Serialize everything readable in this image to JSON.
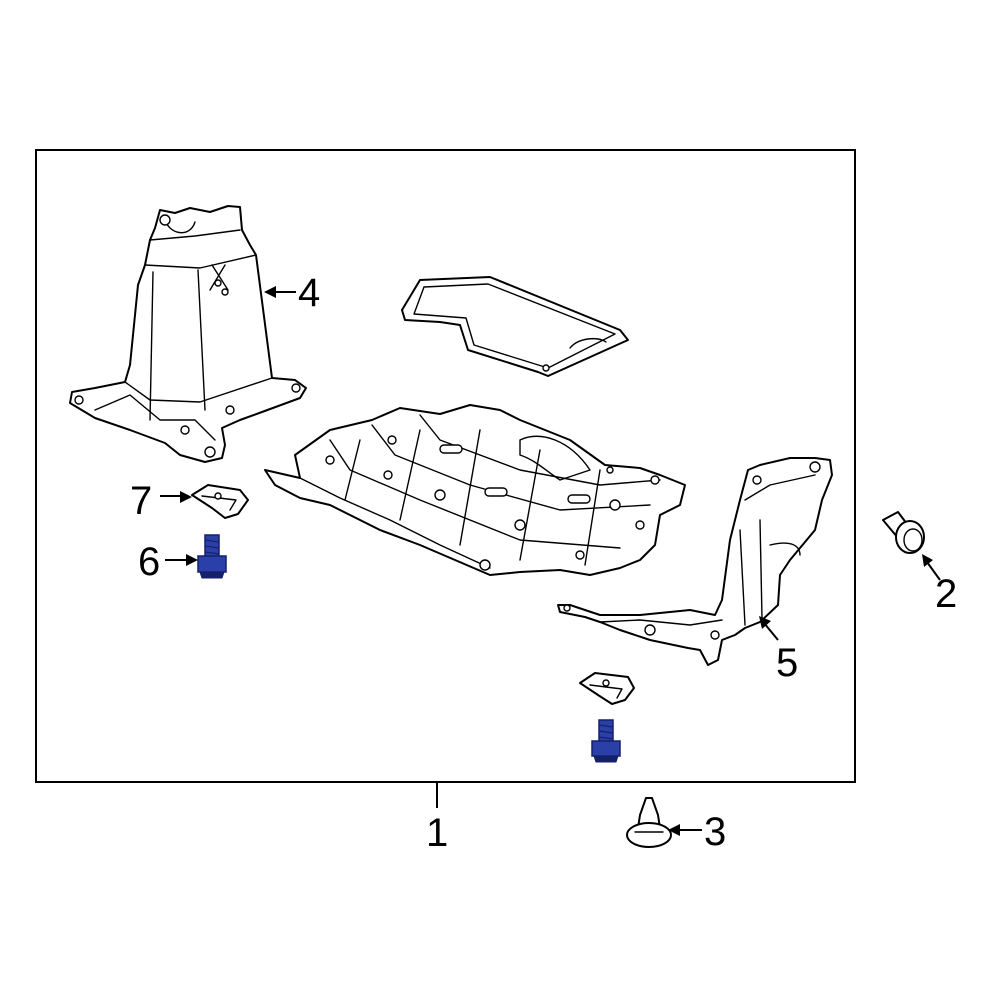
{
  "diagram": {
    "callouts": [
      {
        "id": "1",
        "label": "1"
      },
      {
        "id": "2",
        "label": "2"
      },
      {
        "id": "3",
        "label": "3"
      },
      {
        "id": "4",
        "label": "4"
      },
      {
        "id": "5",
        "label": "5"
      },
      {
        "id": "6",
        "label": "6"
      },
      {
        "id": "7",
        "label": "7"
      }
    ]
  },
  "colors": {
    "line": "#000000",
    "background": "#ffffff",
    "bolt_fill": "#2b3fa8",
    "bolt_dark": "#15206b"
  }
}
